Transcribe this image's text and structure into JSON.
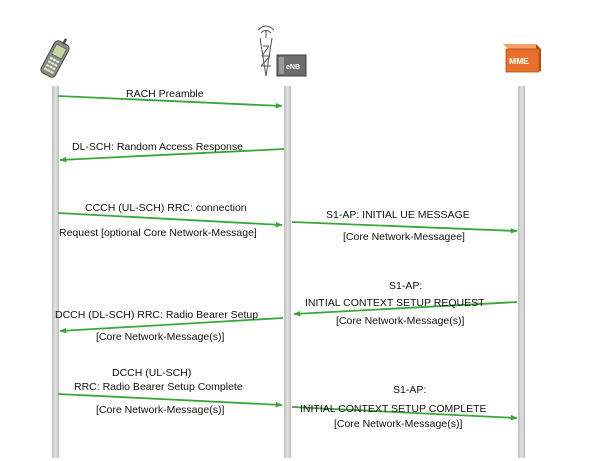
{
  "colors": {
    "arrow": "#3aa63a",
    "lifeline": "#cfcfcf",
    "mme_front": "#e8702a",
    "mme_top": "#f3a06a",
    "mme_side": "#b54f12",
    "enb_box": "#6e6e6e"
  },
  "participants": [
    {
      "id": "ue",
      "label": "",
      "icon": "mobile-phone-icon"
    },
    {
      "id": "enb",
      "label": "eNB",
      "icon": "base-station-tower-icon"
    },
    {
      "id": "mme",
      "label": "MME",
      "icon": "mme-server-icon"
    }
  ],
  "messages": [
    {
      "id": "m1",
      "from": "ue",
      "to": "enb",
      "lines": [
        "RACH Preamble"
      ]
    },
    {
      "id": "m2",
      "from": "enb",
      "to": "ue",
      "lines": [
        "DL-SCH: Random Access Response"
      ]
    },
    {
      "id": "m3",
      "from": "ue",
      "to": "enb",
      "lines": [
        "CCCH (UL-SCH) RRC: connection",
        "Request [optional Core Network-Message]"
      ]
    },
    {
      "id": "m4",
      "from": "enb",
      "to": "mme",
      "lines": [
        "S1-AP: INITIAL UE MESSAGE",
        "[Core Network-Messagee]"
      ]
    },
    {
      "id": "m5",
      "from": "mme",
      "to": "enb",
      "lines": [
        "S1-AP:",
        "INITIAL CONTEXT SETUP REQUEST",
        "[Core Network-Message(s)]"
      ]
    },
    {
      "id": "m6",
      "from": "enb",
      "to": "ue",
      "lines": [
        "DCCH (DL-SCH) RRC: Radio Bearer Setup",
        "[Core Network-Message(s)]"
      ]
    },
    {
      "id": "m7",
      "from": "ue",
      "to": "enb",
      "lines": [
        "DCCH (UL-SCH)",
        "RRC: Radio Bearer Setup Complete",
        "[Core Network-Message(s)]"
      ]
    },
    {
      "id": "m8",
      "from": "enb",
      "to": "mme",
      "lines": [
        "S1-AP:",
        "INITIAL CONTEXT SETUP COMPLETE",
        "[Core Network-Message(s)]"
      ]
    }
  ]
}
